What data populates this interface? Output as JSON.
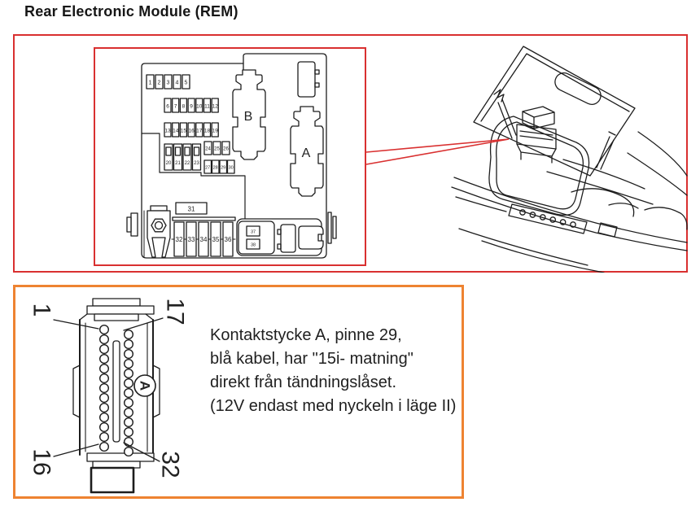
{
  "title": "Rear Electronic Module (REM)",
  "colors": {
    "box_red": "#d93030",
    "box_orange": "#ee8331",
    "line": "#1d1d1d"
  },
  "fusebox": {
    "connector_b_label": "B",
    "connector_a_label": "A",
    "row1": [
      "1",
      "2",
      "3",
      "4",
      "5"
    ],
    "row2": [
      "6",
      "7",
      "8",
      "9",
      "10",
      "11",
      "12"
    ],
    "row3": [
      "13",
      "14",
      "15",
      "16",
      "17",
      "18",
      "19"
    ],
    "row4": [
      "20",
      "21",
      "22",
      "23"
    ],
    "row5": [
      "24",
      "25",
      "26"
    ],
    "row6": [
      "27",
      "28",
      "29",
      "30"
    ],
    "relay": "31",
    "row7": [
      "32",
      "33",
      "34",
      "35",
      "36"
    ],
    "row8": [
      "37",
      "38"
    ]
  },
  "pinout": {
    "section_label": "A",
    "pin_top_left": "1",
    "pin_top_right": "17",
    "pin_bottom_left": "16",
    "pin_bottom_right": "32"
  },
  "note": {
    "lines": [
      "Kontaktstycke A, pinne 29,",
      "blå kabel, har \"15i- matning\"",
      "direkt från tändningslåset.",
      "(12V endast med nyckeln i läge II)"
    ]
  }
}
